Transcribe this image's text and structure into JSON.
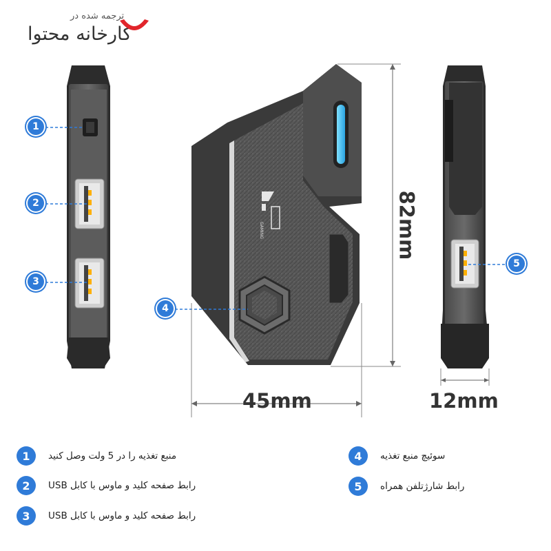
{
  "brand": {
    "subtitle": "ترجمه شده در",
    "name": "کارخانه محتوا",
    "accent": "#e1252b"
  },
  "dimensions": {
    "width": "45mm",
    "height": "82mm",
    "depth": "12mm"
  },
  "callouts": [
    "1",
    "2",
    "3",
    "4",
    "5"
  ],
  "device_logo_text": "GAMING",
  "legend": [
    {
      "num": "1",
      "text": "منبع تغذیه را در 5 ولت وصل کنید"
    },
    {
      "num": "2",
      "text": "رابط صفحه کلید و ماوس با کابل USB"
    },
    {
      "num": "3",
      "text": "رابط صفحه کلید و ماوس با کابل USB"
    },
    {
      "num": "4",
      "text": "سوئیچ منبع تغذیه"
    },
    {
      "num": "5",
      "text": "رابط شارژتلفن همراه"
    }
  ],
  "colors": {
    "callout_blue": "#2f7bd8",
    "led_blue": "#39b6f0",
    "body_dark": "#3a3a3a"
  }
}
